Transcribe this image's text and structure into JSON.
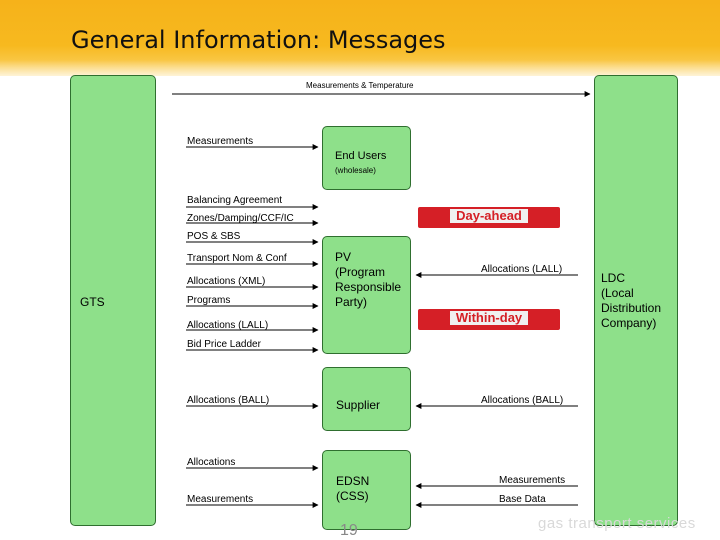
{
  "title": "General Information: Messages",
  "boxes": {
    "gts": "GTS",
    "ldc_lines": [
      "LDC",
      "(Local",
      "Distribution",
      "Company)"
    ],
    "end_users": "End Users",
    "end_users_sub": "(wholesale)",
    "pv_lines": [
      "PV",
      "(Program",
      "Responsible",
      "Party)"
    ],
    "supplier": "Supplier",
    "edsn_lines": [
      "EDSN",
      "(CSS)"
    ]
  },
  "banners": {
    "day_ahead": "Day-ahead",
    "within_day": "Within-day"
  },
  "messages": {
    "measurements_temperature": "Measurements & Temperature",
    "measurements_1": "Measurements",
    "balancing_agreement": "Balancing Agreement",
    "zones": "Zones/Damping/CCF/IC",
    "pos_sbs": "POS & SBS",
    "transport_nom": "Transport Nom & Conf",
    "allocations_xml": "Allocations (XML)",
    "programs": "Programs",
    "allocations_lall_left": "Allocations (LALL)",
    "bid_price_ladder": "Bid Price Ladder",
    "allocations_ball_left": "Allocations (BALL)",
    "allocations": "Allocations",
    "measurements_2": "Measurements",
    "allocations_lall_right": "Allocations (LALL)",
    "allocations_ball_right": "Allocations (BALL)",
    "measurements_right": "Measurements",
    "base_data": "Base Data"
  },
  "footer": {
    "page_number": "19",
    "logo_text": "gas transport services"
  },
  "colors": {
    "header": "#f6b21a",
    "box_fill": "#8ee08a",
    "banner": "#d51f26"
  }
}
